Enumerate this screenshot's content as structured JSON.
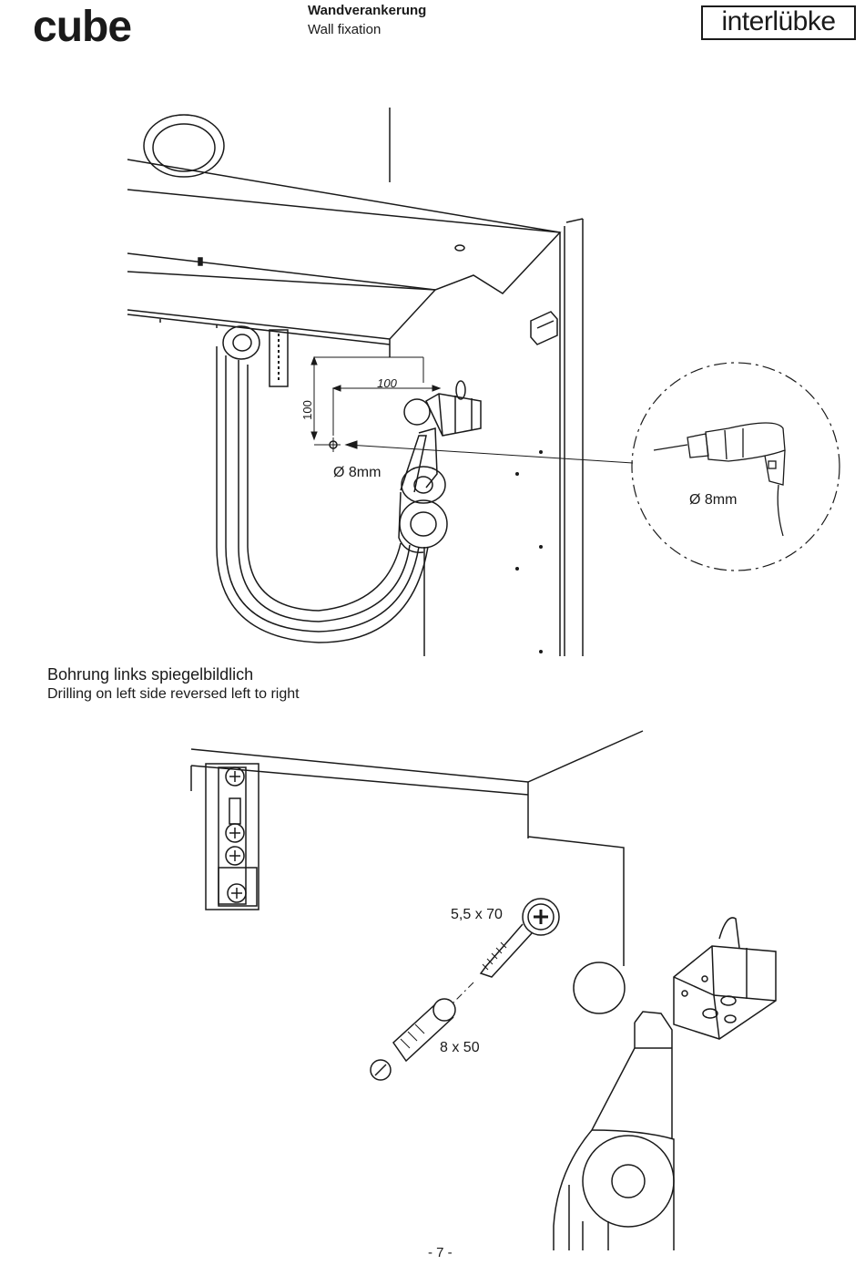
{
  "header": {
    "brand": "cube",
    "title_de": "Wandverankerung",
    "title_en": "Wall fixation",
    "logo": "interlübke"
  },
  "figure1": {
    "dim_vertical": "100",
    "dim_horizontal": "100",
    "drill_label": "Ø 8mm",
    "detail_drill_label": "Ø 8mm"
  },
  "note": {
    "de": "Bohrung links spiegelbildlich",
    "en": "Drilling on left side reversed left to right"
  },
  "figure2": {
    "screw_label": "5,5 x 70",
    "dowel_label": "8 x 50"
  },
  "footer": {
    "page": "- 7 -"
  }
}
